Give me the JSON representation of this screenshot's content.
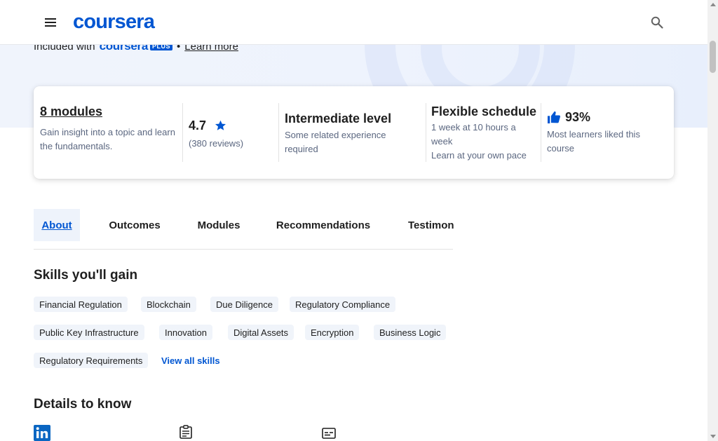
{
  "nav": {
    "logo_text": "coursera",
    "menu_icon": "hamburger-menu-icon",
    "search_icon": "search-icon"
  },
  "hero": {
    "included_text": "Included with",
    "plus_brand": "coursera",
    "plus_badge": "PLUS",
    "separator": "•",
    "learn_more": "Learn more"
  },
  "stats": {
    "modules": {
      "title": "8 modules",
      "sub": "Gain insight into a topic and learn the fundamentals."
    },
    "rating": {
      "value": "4.7",
      "reviews": "(380 reviews)",
      "icon": "star-icon"
    },
    "level": {
      "title": "Intermediate level",
      "sub": "Some related experience required"
    },
    "schedule": {
      "title": "Flexible schedule",
      "sub1": "1 week at 10 hours a week",
      "sub2": "Learn at your own pace"
    },
    "liked": {
      "title": "93%",
      "sub": "Most learners liked this course",
      "icon": "thumbs-up-icon"
    }
  },
  "tabs": [
    {
      "label": "About",
      "active": true
    },
    {
      "label": "Outcomes",
      "active": false
    },
    {
      "label": "Modules",
      "active": false
    },
    {
      "label": "Recommendations",
      "active": false
    },
    {
      "label": "Testimon",
      "active": false
    }
  ],
  "skills": {
    "title": "Skills you'll gain",
    "items": [
      "Financial Regulation",
      "Blockchain",
      "Due Diligence",
      "Regulatory Compliance",
      "Public Key Infrastructure",
      "Innovation",
      "Digital Assets",
      "Encryption",
      "Business Logic",
      "Regulatory Requirements"
    ],
    "view_all": "View all skills"
  },
  "details": {
    "title": "Details to know",
    "icons": [
      "linkedin-icon",
      "assignment-icon",
      "subtitles-icon"
    ]
  },
  "colors": {
    "brand": "#0056d2",
    "hero_bg": "#eef3fd",
    "chip_bg": "#f0f4fa",
    "muted_text": "#5b6780"
  }
}
